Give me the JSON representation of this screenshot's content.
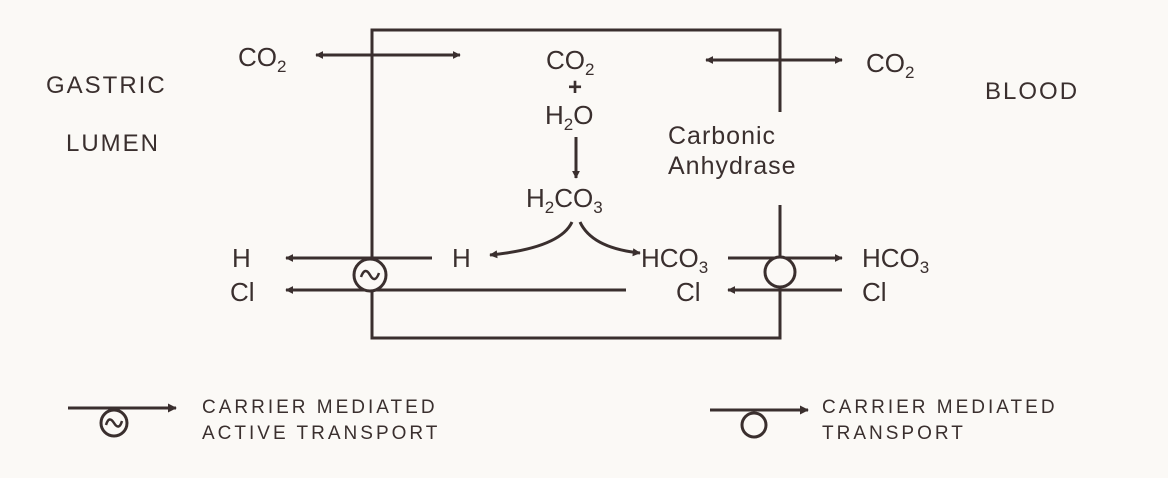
{
  "regions": {
    "left": [
      "GASTRIC",
      "LUMEN"
    ],
    "right": "BLOOD"
  },
  "enzyme": [
    "Carbonic",
    "Anhydrase"
  ],
  "species": {
    "co2": {
      "main": "CO",
      "sub": "2"
    },
    "h2o": {
      "main": "H",
      "sub": "2",
      "tail": "O"
    },
    "h2co3": {
      "a": "H",
      "sub1": "2",
      "b": "CO",
      "sub2": "3"
    },
    "plus": "+",
    "h": "H",
    "hco3": {
      "main": "HCO",
      "sub": "3"
    },
    "cl": "Cl"
  },
  "legend": {
    "active": [
      "CARRIER MEDIATED",
      "ACTIVE TRANSPORT"
    ],
    "passive": [
      "CARRIER MEDIATED",
      "TRANSPORT"
    ]
  },
  "colors": {
    "ink": "#3a2f2e",
    "background": "#fbf9f6"
  }
}
